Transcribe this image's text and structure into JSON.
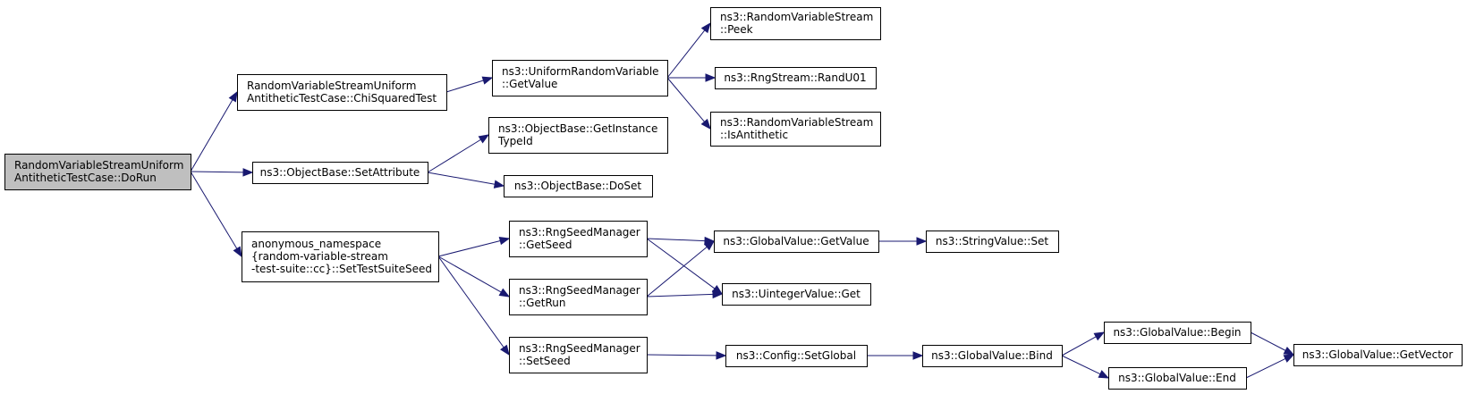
{
  "nodes": [
    {
      "id": "root",
      "lines": [
        "RandomVariableStreamUniform",
        "AntitheticTestCase::DoRun"
      ],
      "root": true
    },
    {
      "id": "chi",
      "lines": [
        "RandomVariableStreamUniform",
        "AntitheticTestCase::ChiSquaredTest"
      ]
    },
    {
      "id": "setattr",
      "lines": [
        "ns3::ObjectBase::SetAttribute"
      ]
    },
    {
      "id": "anon",
      "lines": [
        "anonymous_namespace",
        "{random-variable-stream",
        "-test-suite::cc}::SetTestSuiteSeed"
      ]
    },
    {
      "id": "urv",
      "lines": [
        "ns3::UniformRandomVariable",
        "::GetValue"
      ]
    },
    {
      "id": "gettid",
      "lines": [
        "ns3::ObjectBase::GetInstance",
        "TypeId"
      ]
    },
    {
      "id": "doset",
      "lines": [
        "ns3::ObjectBase::DoSet"
      ]
    },
    {
      "id": "getseed",
      "lines": [
        "ns3::RngSeedManager",
        "::GetSeed"
      ]
    },
    {
      "id": "getrun",
      "lines": [
        "ns3::RngSeedManager",
        "::GetRun"
      ]
    },
    {
      "id": "setseed",
      "lines": [
        "ns3::RngSeedManager",
        "::SetSeed"
      ]
    },
    {
      "id": "peek",
      "lines": [
        "ns3::RandomVariableStream",
        "::Peek"
      ]
    },
    {
      "id": "randu01",
      "lines": [
        "ns3::RngStream::RandU01"
      ]
    },
    {
      "id": "isanti",
      "lines": [
        "ns3::RandomVariableStream",
        "::IsAntithetic"
      ]
    },
    {
      "id": "gvget",
      "lines": [
        "ns3::GlobalValue::GetValue"
      ]
    },
    {
      "id": "uintget",
      "lines": [
        "ns3::UintegerValue::Get"
      ]
    },
    {
      "id": "setglobal",
      "lines": [
        "ns3::Config::SetGlobal"
      ]
    },
    {
      "id": "strset",
      "lines": [
        "ns3::StringValue::Set"
      ]
    },
    {
      "id": "bind",
      "lines": [
        "ns3::GlobalValue::Bind"
      ]
    },
    {
      "id": "begin",
      "lines": [
        "ns3::GlobalValue::Begin"
      ]
    },
    {
      "id": "end",
      "lines": [
        "ns3::GlobalValue::End"
      ]
    },
    {
      "id": "getvector",
      "lines": [
        "ns3::GlobalValue::GetVector"
      ]
    }
  ],
  "edges": [
    [
      "root",
      "chi"
    ],
    [
      "root",
      "setattr"
    ],
    [
      "root",
      "anon"
    ],
    [
      "chi",
      "urv"
    ],
    [
      "urv",
      "peek"
    ],
    [
      "urv",
      "randu01"
    ],
    [
      "urv",
      "isanti"
    ],
    [
      "setattr",
      "gettid"
    ],
    [
      "setattr",
      "doset"
    ],
    [
      "anon",
      "getseed"
    ],
    [
      "anon",
      "getrun"
    ],
    [
      "anon",
      "setseed"
    ],
    [
      "getseed",
      "gvget"
    ],
    [
      "getseed",
      "uintget"
    ],
    [
      "getrun",
      "gvget"
    ],
    [
      "getrun",
      "uintget"
    ],
    [
      "gvget",
      "strset"
    ],
    [
      "setseed",
      "setglobal"
    ],
    [
      "setglobal",
      "bind"
    ],
    [
      "bind",
      "begin"
    ],
    [
      "bind",
      "end"
    ],
    [
      "begin",
      "getvector"
    ],
    [
      "end",
      "getvector"
    ]
  ],
  "colors": {
    "edge": "#191970",
    "root_fill": "#bfbfbf",
    "node_fill": "#ffffff",
    "border": "#000000"
  }
}
